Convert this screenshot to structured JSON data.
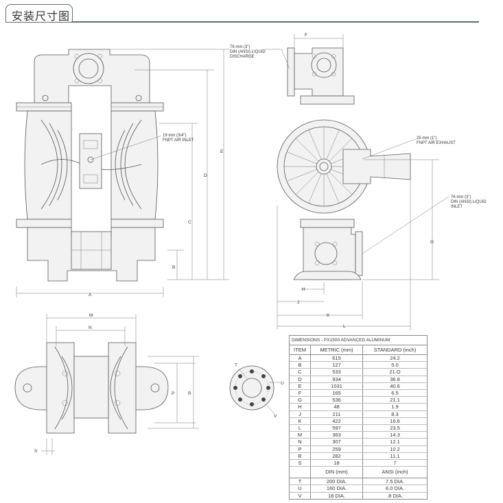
{
  "header": {
    "title": "安装尺寸图"
  },
  "callouts": {
    "air_inlet": [
      "19 mm (3/4\")",
      "FNPT AIR INLET"
    ],
    "liquid_discharge": [
      "76 mm (3\")",
      "DIN (ANSI) LIQUID",
      "DISCHARGE"
    ],
    "air_exhaust": [
      "25 mm (1\")",
      "FNPT AIR EXHAUST"
    ],
    "liquid_inlet": [
      "76 mm (3\")",
      "DIN (ANSI) LIQUID",
      "INLET"
    ]
  },
  "dim_letters": {
    "A": "A",
    "B": "B",
    "C": "C",
    "D": "D",
    "E": "E",
    "F": "F",
    "G": "G",
    "H": "H",
    "J": "J",
    "K": "K",
    "L": "L",
    "M": "M",
    "N": "N",
    "P": "P",
    "R": "R",
    "S": "S",
    "T": "T",
    "U": "U",
    "V": "V"
  },
  "table": {
    "title": "DIMENSIONS - PX1500 ADVANCED  ALUMINUM",
    "headers": [
      "ITEM",
      "METRIC (mm)",
      "STANDARD (inch)"
    ],
    "rows": [
      [
        "A",
        "615",
        "24.2"
      ],
      [
        "B",
        "127",
        "5.0"
      ],
      [
        "C",
        "533",
        "21.O"
      ],
      [
        "D",
        "934",
        "36.8"
      ],
      [
        "E",
        "1031",
        "40.6"
      ],
      [
        "F",
        "165",
        "6.5"
      ],
      [
        "G",
        "536",
        "21.1"
      ],
      [
        "H",
        "48",
        "1.9"
      ],
      [
        "J",
        "211",
        "8.3"
      ],
      [
        "K",
        "422",
        "16.6"
      ],
      [
        "L",
        "597",
        "23.5"
      ],
      [
        "M",
        "363",
        "14.3"
      ],
      [
        "N",
        "307",
        "12.1"
      ],
      [
        "P",
        "259",
        "10.2"
      ],
      [
        "R",
        "282",
        "11.1"
      ],
      [
        "S",
        "18",
        "7"
      ]
    ],
    "sub_headers": [
      "",
      "DIN (mm)",
      "ANSI (inch)"
    ],
    "rows2": [
      [
        "T",
        "200 DIA.",
        "7.5 DIA."
      ],
      [
        "U",
        "160 DIA.",
        "6.0 DIA."
      ],
      [
        "V",
        "18 DIA.",
        ".8 DIA."
      ]
    ]
  }
}
